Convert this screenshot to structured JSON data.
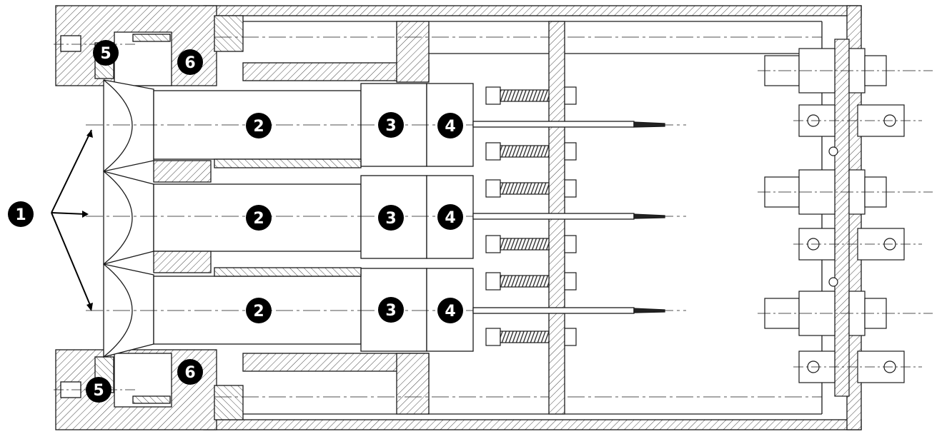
{
  "callouts": {
    "inlet": "1",
    "tube_upper": "2",
    "tube_middle": "2",
    "tube_lower": "2",
    "block3_upper": "3",
    "block3_middle": "3",
    "block3_lower": "3",
    "block4_upper": "4",
    "block4_middle": "4",
    "block4_lower": "4",
    "ring5_top": "5",
    "ring5_bottom": "5",
    "ring6_top": "6",
    "ring6_bottom": "6"
  },
  "colors": {
    "line": "#1a1a1a",
    "badge_fill": "#000000",
    "badge_text": "#ffffff",
    "background": "#ffffff"
  }
}
